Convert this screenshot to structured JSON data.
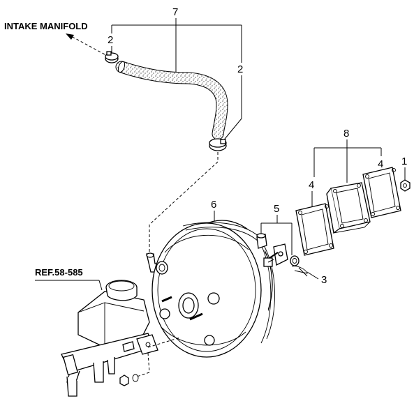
{
  "diagram": {
    "references": {
      "intake_manifold": "INTAKE MANIFOLD",
      "ref_58_585": "REF.58-585"
    },
    "callouts": [
      {
        "id": "c7",
        "text": "7"
      },
      {
        "id": "c2a",
        "text": "2"
      },
      {
        "id": "c2b",
        "text": "2"
      },
      {
        "id": "c6",
        "text": "6"
      },
      {
        "id": "c5",
        "text": "5"
      },
      {
        "id": "c3",
        "text": "3"
      },
      {
        "id": "c8",
        "text": "8"
      },
      {
        "id": "c4a",
        "text": "4"
      },
      {
        "id": "c4b",
        "text": "4"
      },
      {
        "id": "c1",
        "text": "1"
      }
    ]
  }
}
